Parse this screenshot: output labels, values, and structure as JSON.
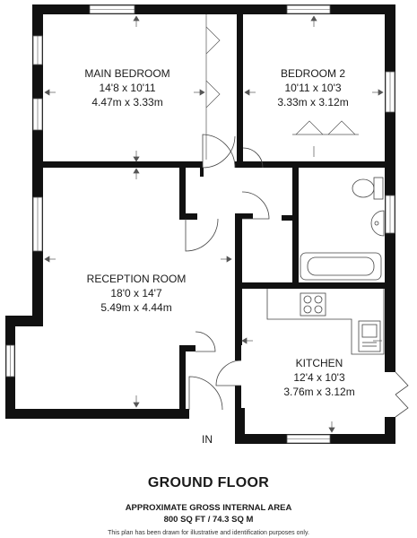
{
  "rooms": {
    "main_bedroom": {
      "name": "MAIN BEDROOM",
      "imperial": "14'8 x 10'11",
      "metric": "4.47m x 3.33m"
    },
    "bedroom_2": {
      "name": "BEDROOM 2",
      "imperial": "10'11 x 10'3",
      "metric": "3.33m x 3.12m"
    },
    "reception": {
      "name": "RECEPTION ROOM",
      "imperial": "18'0 x 14'7",
      "metric": "5.49m x 4.44m"
    },
    "kitchen": {
      "name": "KITCHEN",
      "imperial": "12'4 x 10'3",
      "metric": "3.76m x 3.12m"
    }
  },
  "entrance_label": "IN",
  "floor_title": "GROUND FLOOR",
  "area": {
    "title": "APPROXIMATE GROSS INTERNAL AREA",
    "value": "800 SQ FT / 74.3 SQ M"
  },
  "disclaimer": "This plan has been drawn for illustrative and identification purposes only."
}
